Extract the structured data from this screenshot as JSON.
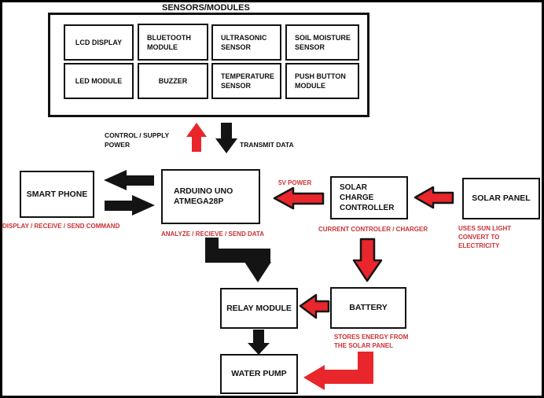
{
  "colors": {
    "arrow_red": "#e8262b",
    "caption_red": "#cb3235",
    "ink": "#141414"
  },
  "sensors": {
    "title": "SENSORS/MODULES",
    "items": [
      {
        "label": "LCD DISPLAY"
      },
      {
        "label": "BLUETOOTH MODULE"
      },
      {
        "label": "ULTRASONIC SENSOR"
      },
      {
        "label": "SOIL MOISTURE SENSOR"
      },
      {
        "label": "LED MODULE"
      },
      {
        "label": "BUZZER"
      },
      {
        "label": "TEMPERATURE SENSOR"
      },
      {
        "label": "PUSH BUTTON MODULE"
      }
    ]
  },
  "flow_labels": {
    "control_supply_power": "CONTROL / SUPPLY\nPOWER",
    "transmit_data": "TRANSMIT DATA",
    "five_v_power": "5V POWER"
  },
  "nodes": {
    "smart_phone": {
      "label": "SMART PHONE",
      "caption": "DISPLAY / RECEIVE / SEND COMMAND"
    },
    "arduino": {
      "label": "ARDUINO UNO ATMEGA28P",
      "caption": "ANALYZE / RECIEVE / SEND DATA"
    },
    "solar_charge_controller": {
      "label": "SOLAR CHARGE CONTROLLER",
      "caption": "CURRENT CONTROLER / CHARGER"
    },
    "solar_panel": {
      "label": "SOLAR PANEL",
      "caption": "USES SUN LIGHT CONVERT TO\nELECTRICITY"
    },
    "relay_module": {
      "label": "RELAY MODULE"
    },
    "battery": {
      "label": "BATTERY",
      "caption": "STORES ENERGY FROM\nTHE SOLAR PANEL"
    },
    "water_pump": {
      "label": "WATER PUMP"
    }
  }
}
